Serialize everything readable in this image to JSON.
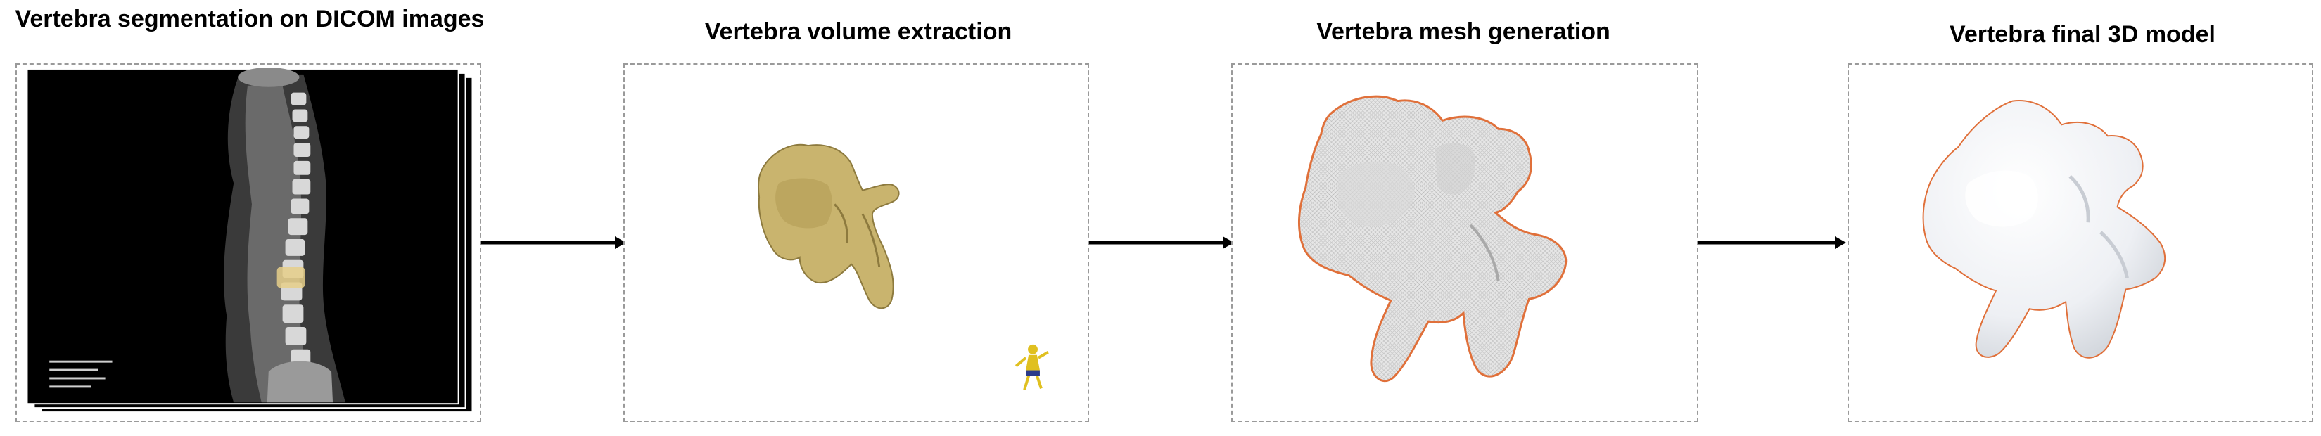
{
  "diagram": {
    "stages": [
      {
        "title": "Vertebra segmentation on DICOM images"
      },
      {
        "title": "Vertebra volume extraction"
      },
      {
        "title": "Vertebra mesh generation"
      },
      {
        "title": "Vertebra final 3D model"
      }
    ],
    "colors": {
      "panel_border": "#9a9a9a",
      "arrow": "#000000",
      "volume_fill": "#c9b46e",
      "mesh_outline": "#e0703a",
      "mesh_fill": "#e9e9e9",
      "model_fill": "#f7f8fa",
      "ct_background": "#000000"
    }
  }
}
